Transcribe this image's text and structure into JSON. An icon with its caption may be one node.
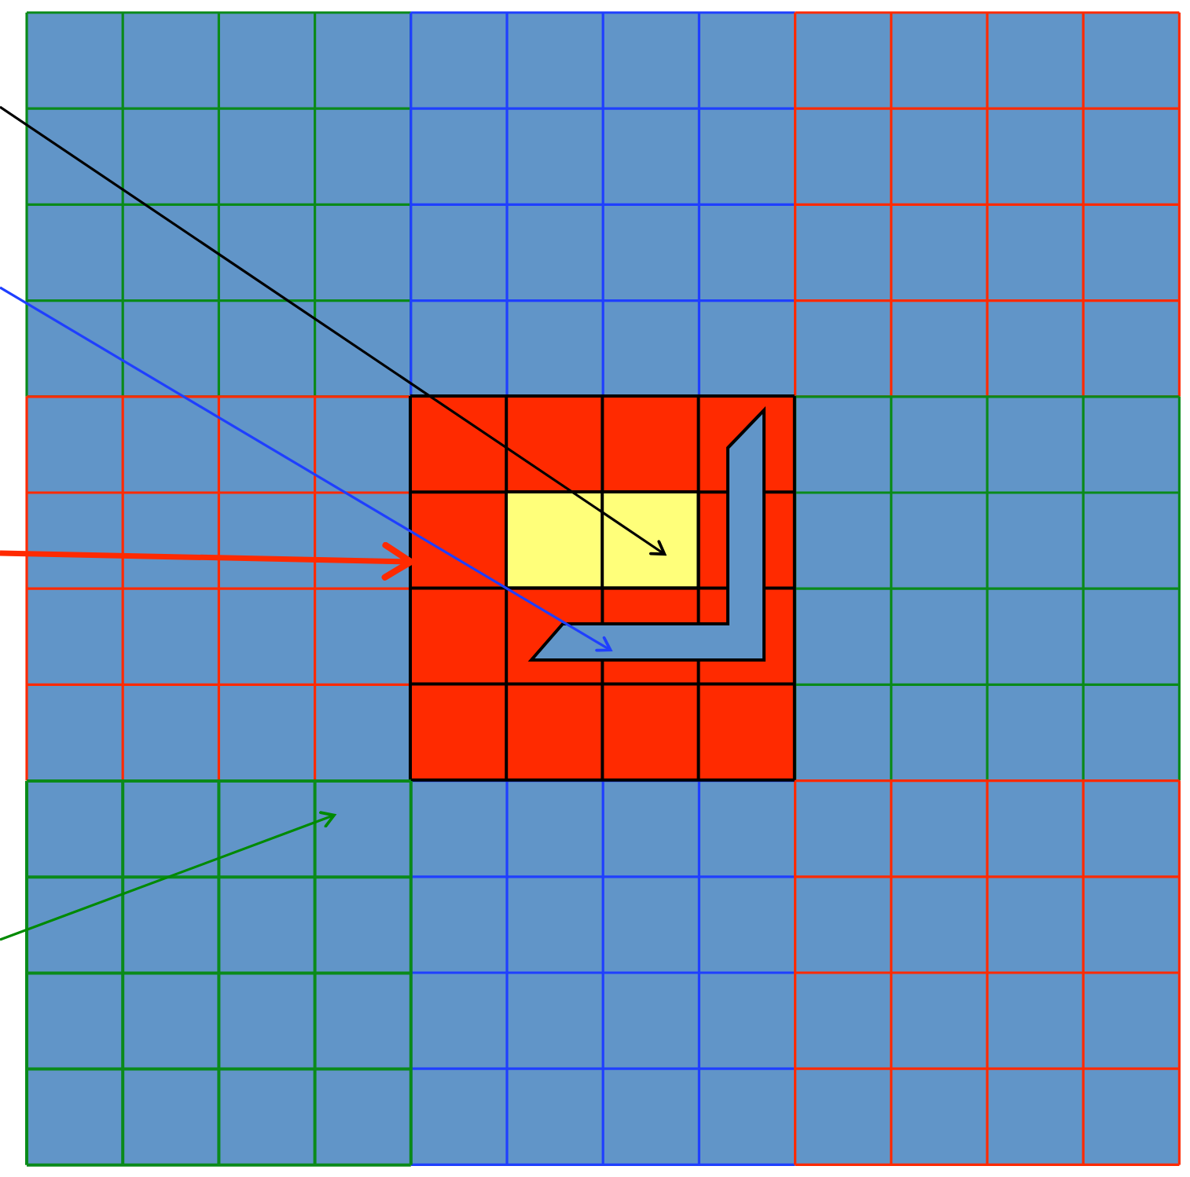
{
  "diagram": {
    "nodes": [
      {
        "text": [],
        "shape": "box"
      },
      {
        "text": [],
        "shape": "box",
        "in": 0
      },
      {
        "text": [],
        "shape": "polygon",
        "in": 0
      },
      {
        "text": [],
        "shape": "box"
      }
    ],
    "edges": [
      {
        "from": null,
        "to": 1,
        "arrow": "to",
        "color": "#000000"
      },
      {
        "from": null,
        "to": 2,
        "arrow": "to",
        "color": "#1f3fff"
      },
      {
        "from": null,
        "to": 0,
        "arrow": "to",
        "style": "thick",
        "color": "#ff2a00"
      },
      {
        "from": null,
        "to": 3,
        "arrow": "to",
        "color": "#008a00"
      }
    ]
  }
}
